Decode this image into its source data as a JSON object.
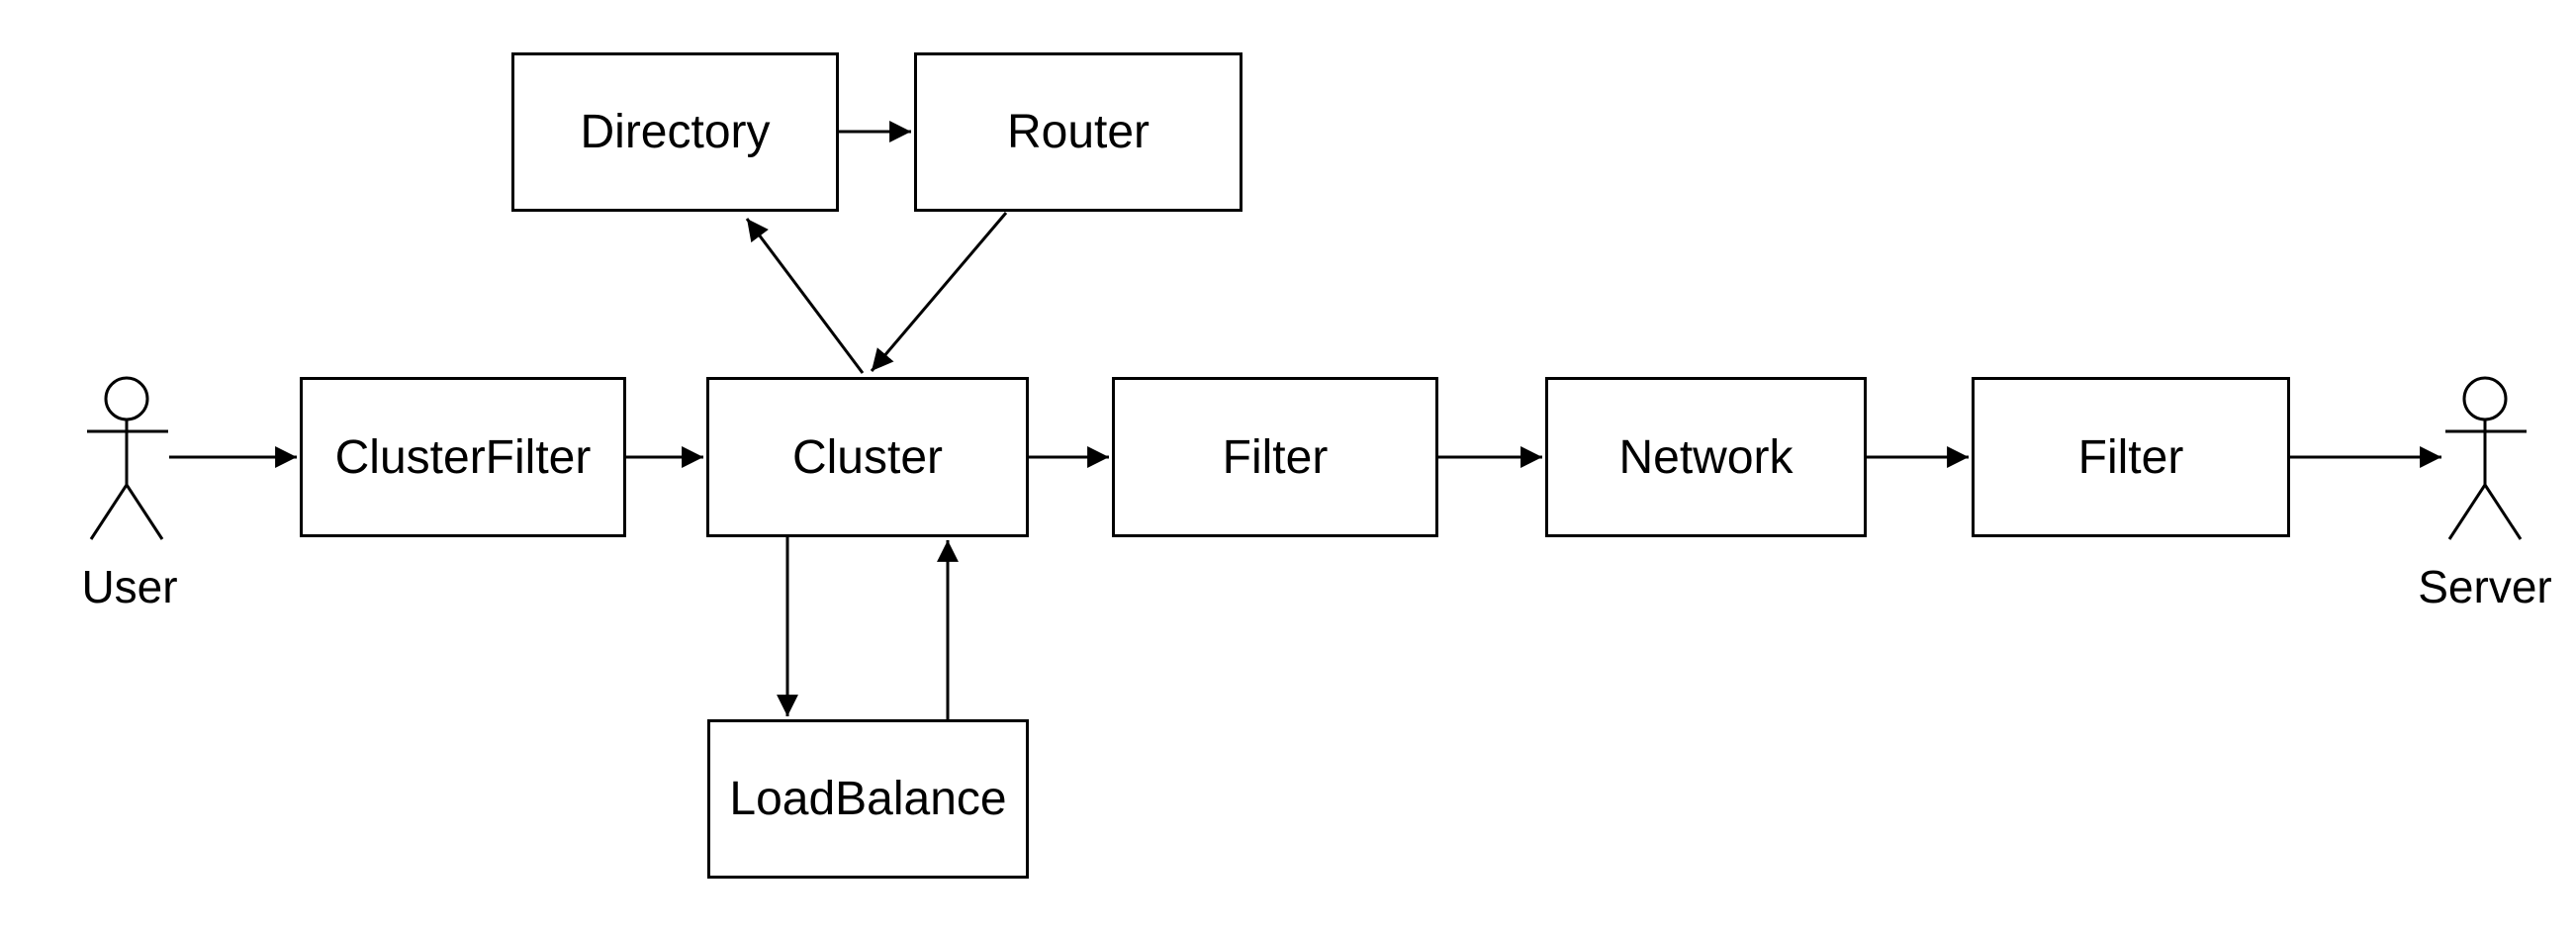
{
  "diagram": {
    "background_color": "#ffffff",
    "stroke_color": "#000000",
    "nodes": {
      "directory": {
        "label": "Directory"
      },
      "router": {
        "label": "Router"
      },
      "cluster_filter": {
        "label": "ClusterFilter"
      },
      "cluster": {
        "label": "Cluster"
      },
      "filter_left": {
        "label": "Filter"
      },
      "network": {
        "label": "Network"
      },
      "filter_right": {
        "label": "Filter"
      },
      "load_balance": {
        "label": "LoadBalance"
      },
      "user": {
        "label": "User"
      },
      "server": {
        "label": "Server"
      }
    },
    "edges": [
      {
        "from": "User",
        "to": "ClusterFilter",
        "type": "arrow"
      },
      {
        "from": "ClusterFilter",
        "to": "Cluster",
        "type": "arrow"
      },
      {
        "from": "Cluster",
        "to": "Filter",
        "type": "arrow"
      },
      {
        "from": "Filter",
        "to": "Network",
        "type": "arrow"
      },
      {
        "from": "Network",
        "to": "Filter",
        "type": "arrow"
      },
      {
        "from": "Filter",
        "to": "Server",
        "type": "arrow"
      },
      {
        "from": "Directory",
        "to": "Router",
        "type": "arrow"
      },
      {
        "from": "Cluster",
        "to": "Directory",
        "type": "arrow"
      },
      {
        "from": "Router",
        "to": "Cluster",
        "type": "arrow"
      },
      {
        "from": "Cluster",
        "to": "LoadBalance",
        "type": "arrow"
      },
      {
        "from": "LoadBalance",
        "to": "Cluster",
        "type": "arrow"
      }
    ]
  }
}
